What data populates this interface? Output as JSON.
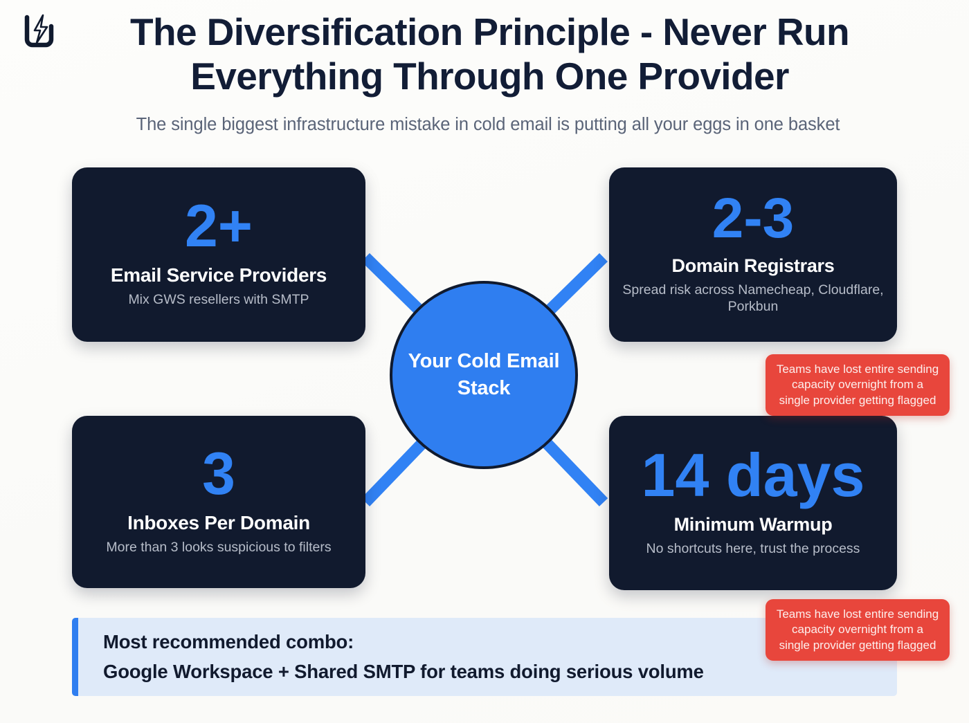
{
  "header": {
    "logo_icon": "bracket-lightning-logo-icon",
    "title": "The Diversification Principle - Never Run Everything Through One Provider",
    "subtitle": "The single biggest infrastructure mistake in cold email is putting all your eggs in one basket"
  },
  "hub": {
    "label": "Your Cold Email Stack",
    "color": "#2f7ef0",
    "ring_color": "#101a2e"
  },
  "cards": [
    {
      "id": "email-service-providers",
      "number": "2+",
      "caption": "Email Service Providers",
      "description": "Mix GWS resellers with SMTP"
    },
    {
      "id": "domain-registrars",
      "number": "2-3",
      "caption": "Domain Registrars",
      "description": "Spread risk across Namecheap, Cloudflare, Porkbun"
    },
    {
      "id": "inboxes-per-domain",
      "number": "3",
      "caption": "Inboxes Per Domain",
      "description": "More than 3 looks suspicious to filters"
    },
    {
      "id": "minimum-warmup",
      "number": "14 days",
      "caption": "Minimum Warmup",
      "description": "No shortcuts here, trust the process"
    }
  ],
  "warnings": [
    {
      "id": "warning-top",
      "text": "Teams have lost entire sending capacity overnight from a single provider getting flagged"
    },
    {
      "id": "warning-bottom",
      "text": "Teams have lost entire sending capacity overnight from a single provider getting flagged"
    }
  ],
  "recommendation": {
    "line1": "Most recommended combo:",
    "line2": "Google Workspace + Shared SMTP for teams doing serious volume",
    "accent_color": "#2f7ef0",
    "background_color": "#dfeaf9"
  },
  "palette": {
    "page_background": "#fbfbf9",
    "card_background": "#111a2e",
    "accent_blue": "#3182f4",
    "warning_red": "#e8463c",
    "title_navy": "#121d36",
    "subtitle_gray": "#5a6478"
  }
}
